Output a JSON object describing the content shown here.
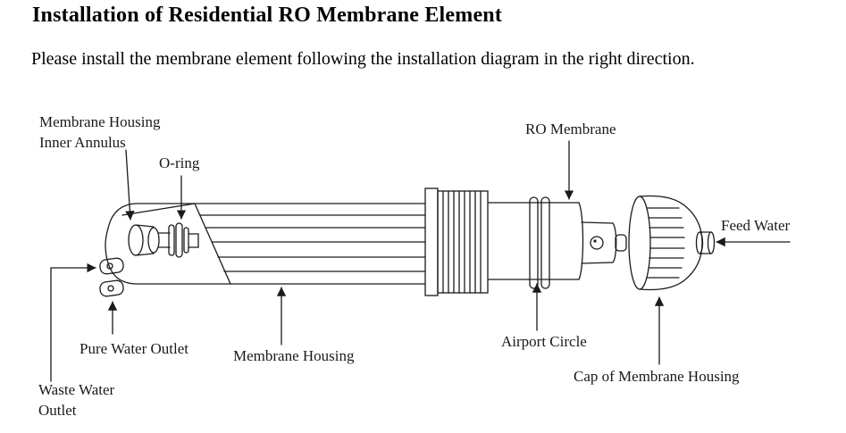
{
  "page": {
    "title": "Installation of Residential RO Membrane Element",
    "subtitle": "Please install the membrane element following the installation diagram in the right direction."
  },
  "diagram": {
    "labels": {
      "membrane_housing_inner_annulus": "Membrane Housing\nInner Annulus",
      "o_ring": "O-ring",
      "ro_membrane": "RO Membrane",
      "feed_water": "Feed Water",
      "pure_water_outlet": "Pure Water Outlet",
      "membrane_housing": "Membrane Housing",
      "airport_circle": "Airport Circle",
      "cap_of_membrane_housing": "Cap of Membrane Housing",
      "waste_water_outlet": "Waste Water\nOutlet"
    },
    "colors": {
      "line": "#1a1a1a",
      "text": "#1a1a1a",
      "background": "#ffffff"
    }
  }
}
